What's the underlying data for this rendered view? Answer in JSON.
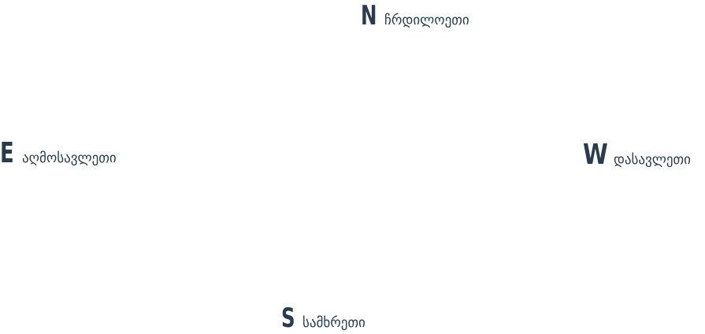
{
  "compass": {
    "north": {
      "letter": "N",
      "label": "ჩრდილოეთი"
    },
    "east": {
      "letter": "E",
      "label": "აღმოსავლეთი"
    },
    "west": {
      "letter": "W",
      "label": "დასავლეთი"
    },
    "south": {
      "letter": "S",
      "label": "სამხრეთი"
    }
  },
  "colors": {
    "text": "#2b3b4e",
    "background": "#ffffff"
  }
}
